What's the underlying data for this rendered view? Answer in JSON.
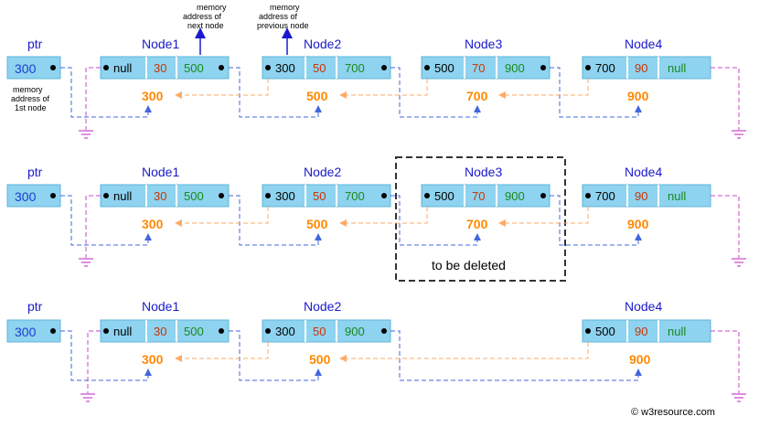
{
  "labels": {
    "ptr": "ptr",
    "node1": "Node1",
    "node2": "Node2",
    "node3": "Node3",
    "node4": "Node4",
    "null": "null",
    "to_be_deleted": "to be deleted",
    "watermark": "© w3resource.com"
  },
  "annotations": {
    "next_node_lines": [
      "memory",
      "address of",
      "next node"
    ],
    "prev_node_lines": [
      "memory",
      "address of",
      "previous node"
    ],
    "first_node_lines": [
      "memory",
      "address of",
      "1st node"
    ]
  },
  "rows": [
    {
      "ptr": "300",
      "nodes": [
        {
          "title": "Node1",
          "prev": "null",
          "data": "30",
          "next": "500",
          "addr": "300"
        },
        {
          "title": "Node2",
          "prev": "300",
          "data": "50",
          "next": "700",
          "addr": "500"
        },
        {
          "title": "Node3",
          "prev": "500",
          "data": "70",
          "next": "900",
          "addr": "700"
        },
        {
          "title": "Node4",
          "prev": "700",
          "data": "90",
          "next": "null",
          "addr": "900"
        }
      ]
    },
    {
      "ptr": "300",
      "nodes": [
        {
          "title": "Node1",
          "prev": "null",
          "data": "30",
          "next": "500",
          "addr": "300"
        },
        {
          "title": "Node2",
          "prev": "300",
          "data": "50",
          "next": "700",
          "addr": "500"
        },
        {
          "title": "Node3",
          "prev": "500",
          "data": "70",
          "next": "900",
          "addr": "700"
        },
        {
          "title": "Node4",
          "prev": "700",
          "data": "90",
          "next": "null",
          "addr": "900"
        }
      ]
    },
    {
      "ptr": "300",
      "nodes": [
        {
          "title": "Node1",
          "prev": "null",
          "data": "30",
          "next": "500",
          "addr": "300"
        },
        {
          "title": "Node2",
          "prev": "300",
          "data": "50",
          "next": "900",
          "addr": "500"
        },
        {
          "title": "Node4",
          "prev": "500",
          "data": "90",
          "next": "null",
          "addr": "900"
        }
      ]
    }
  ],
  "colors": {
    "node_fill": "#8ed3ef",
    "node_stroke": "#5fb4d9",
    "title": "#1a1acc",
    "ptr_value": "#1a3fd0",
    "data_value": "#cc3300",
    "next_value": "#1a8a1a",
    "addr_value": "#ff8800",
    "prev_link": "#ffaa66",
    "next_link": "#4466dd",
    "null_link": "#cc44cc",
    "deleted_box": "#333333"
  }
}
